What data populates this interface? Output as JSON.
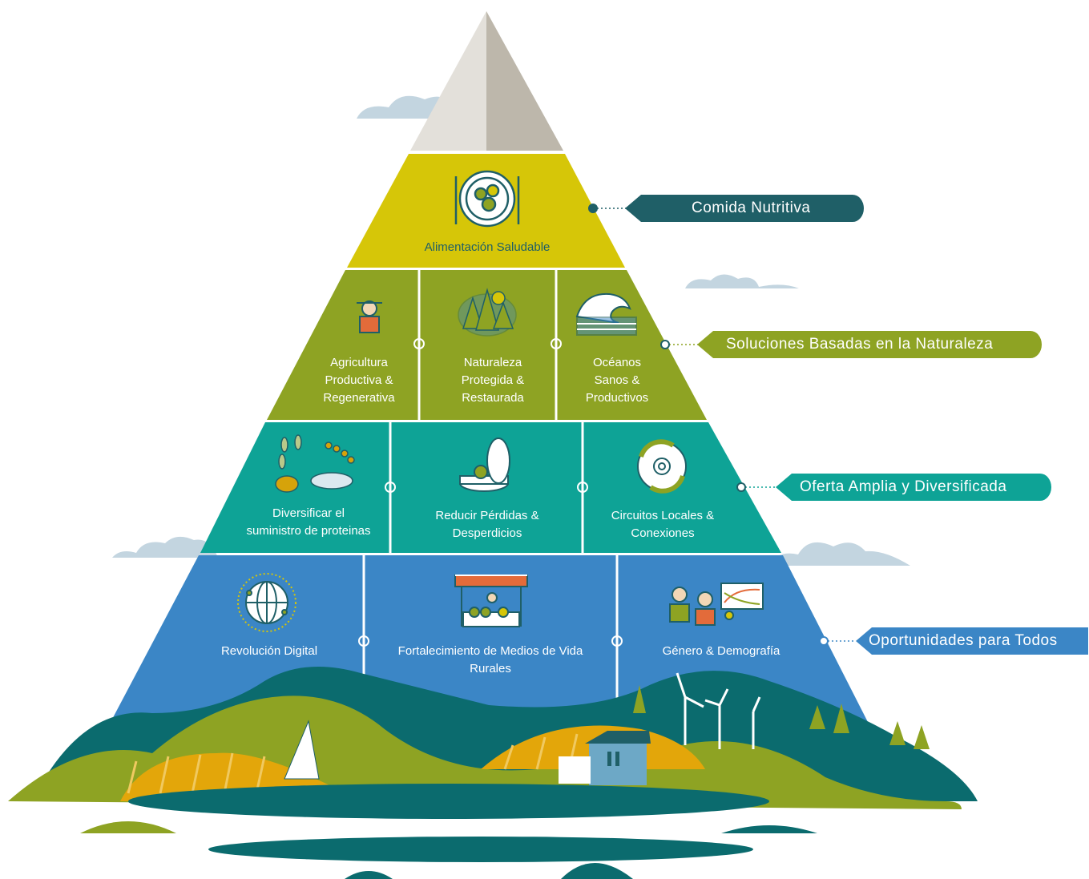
{
  "tiers": [
    {
      "id": "tier1",
      "color": "#d6c608",
      "side_label": "Comida Nutritiva",
      "side_color": "#1f5f67",
      "cells": [
        {
          "label": "Alimentación Saludable",
          "icon": "plate-cutlery-icon"
        }
      ]
    },
    {
      "id": "tier2",
      "color": "#8ea323",
      "side_label": "Soluciones Basadas en la Naturaleza",
      "side_color": "#8ea323",
      "cells": [
        {
          "label": "Agricultura\nProductiva &\nRegenerativa",
          "icon": "farmer-icon"
        },
        {
          "label": "Naturaleza\nProtegida &\nRestaurada",
          "icon": "forest-icon"
        },
        {
          "label": "Océanos\nSanos &\nProductivos",
          "icon": "wave-icon"
        }
      ]
    },
    {
      "id": "tier3",
      "color": "#0ea396",
      "side_label": "Oferta Amplia y Diversificada",
      "side_color": "#0ea396",
      "cells": [
        {
          "label": "Diversificar el\nsuministro de proteinas",
          "icon": "proteins-icon"
        },
        {
          "label": "Reducir Pérdidas &\nDesperdicios",
          "icon": "food-waste-icon"
        },
        {
          "label": "Circuitos Locales &\nConexiones",
          "icon": "recycle-gear-icon"
        }
      ]
    },
    {
      "id": "tier4",
      "color": "#3b86c6",
      "side_label": "Oportunidades para Todos",
      "side_color": "#3b86c6",
      "cells": [
        {
          "label": "Revolución Digital",
          "icon": "globe-network-icon"
        },
        {
          "label": "Fortalecimiento de  Medios de Vida\nRurales",
          "icon": "market-stall-icon"
        },
        {
          "label": "Género & Demografía",
          "icon": "family-chart-icon"
        }
      ]
    }
  ],
  "peak": {
    "icon": "mountain-peak-icon"
  },
  "landscape": {
    "icon": "landscape-icon"
  }
}
